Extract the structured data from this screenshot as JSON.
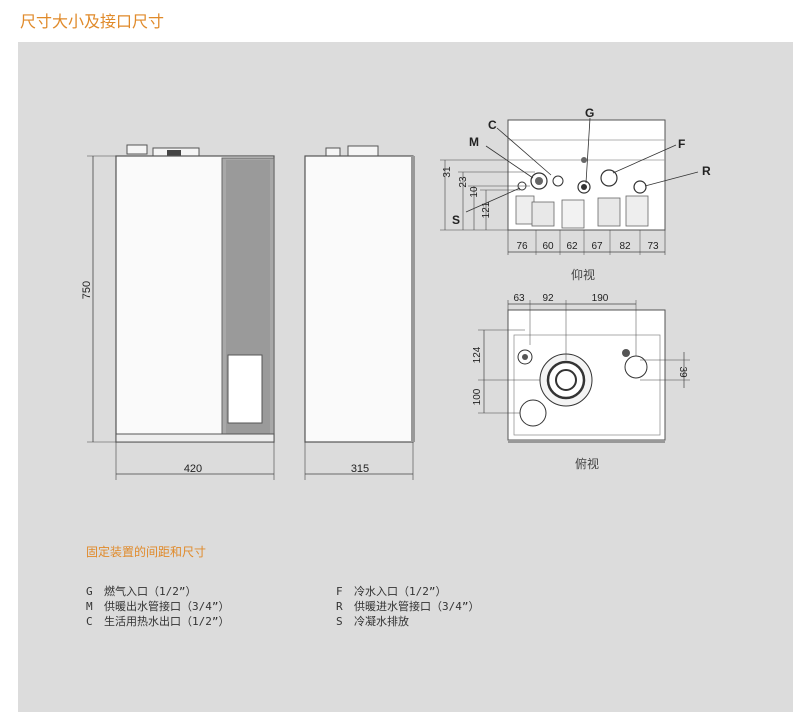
{
  "page_title": "尺寸大小及接口尺寸",
  "front_view": {
    "height": "750",
    "width": "420"
  },
  "side_view": {
    "depth": "315"
  },
  "bottom_view": {
    "label": "仰视",
    "labels": [
      "G",
      "C",
      "M",
      "F",
      "R",
      "S"
    ],
    "vertical_dims": [
      "31",
      "23",
      "10",
      "121"
    ],
    "horizontal_dims": [
      "76",
      "60",
      "62",
      "67",
      "82",
      "73"
    ]
  },
  "top_view": {
    "label": "俯视",
    "top_dims": [
      "63",
      "92",
      "190"
    ],
    "left_dims": [
      "124",
      "100"
    ],
    "right_dims": [
      "39"
    ]
  },
  "subtitle": "固定装置的间距和尺寸",
  "legend_left": [
    {
      "code": "G",
      "text": "燃气入口（1/2”）"
    },
    {
      "code": "M",
      "text": "供暖出水管接口（3/4”）"
    },
    {
      "code": "C",
      "text": "生活用热水出口（1/2”）"
    }
  ],
  "legend_right": [
    {
      "code": "F",
      "text": "冷水入口（1/2”）"
    },
    {
      "code": "R",
      "text": "供暖进水管接口（3/4”）"
    },
    {
      "code": "S",
      "text": "冷凝水排放"
    }
  ]
}
